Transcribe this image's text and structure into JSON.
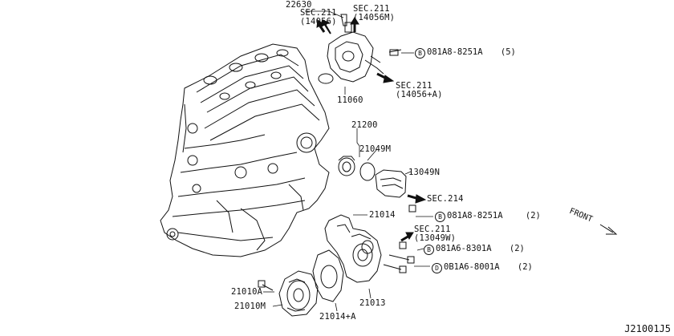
{
  "labels": {
    "p22630": "22630",
    "sec211_14056_a": "SEC.211",
    "sec211_14056_b": "(14056)",
    "sec211_14056m_a": "SEC.211",
    "sec211_14056m_b": "(14056M)",
    "bolt1_code": "081A8-8251A",
    "bolt1_qty": "(5)",
    "sec211_14056a_a": "SEC.211",
    "sec211_14056a_b": "(14056+A)",
    "p11060": "11060",
    "p21200": "21200",
    "p21049m": "21049M",
    "p13049n": "13049N",
    "sec214": "SEC.214",
    "p21014": "21014",
    "bolt2_code": "081A8-8251A",
    "bolt2_qty": "(2)",
    "sec211_13049w_a": "SEC.211",
    "sec211_13049w_b": "(13049W)",
    "bolt3_code": "081A6-8301A",
    "bolt3_qty": "(2)",
    "bolt4_code": "0B1A6-8001A",
    "bolt4_qty": "(2)",
    "p21010a": "21010A",
    "p21010m": "21010M",
    "p21013": "21013",
    "p21014a": "21014+A",
    "front": "FRONT",
    "diagram_code": "J21001J5"
  },
  "bolt_markers": {
    "b": "B",
    "d": "D"
  },
  "colors": {
    "line": "#111111",
    "background": "#ffffff"
  }
}
